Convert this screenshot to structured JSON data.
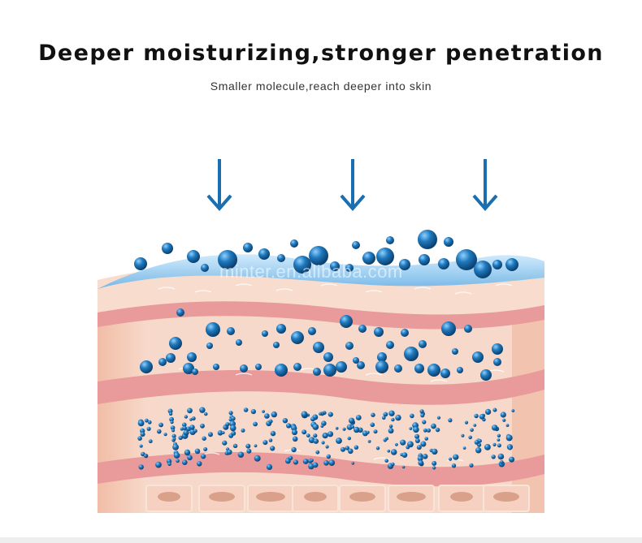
{
  "header": {
    "title": "Deeper moisturizing,stronger penetration",
    "subtitle": "Smaller molecule,reach deeper into skin"
  },
  "illustration": {
    "watermark": "minter.en.alibaba.com",
    "arrow_icon": "arrow-down-icon",
    "arrow_count": 3
  },
  "colors": {
    "arrow": "#1b6fb0",
    "molecule": "#1f79bd",
    "water_layer": "#9fd0f2",
    "skin_outer": "#f6d4c2",
    "skin_band": "#e99a9a",
    "skin_inner": "#f3c6b3",
    "cell": "#d9a08a"
  }
}
